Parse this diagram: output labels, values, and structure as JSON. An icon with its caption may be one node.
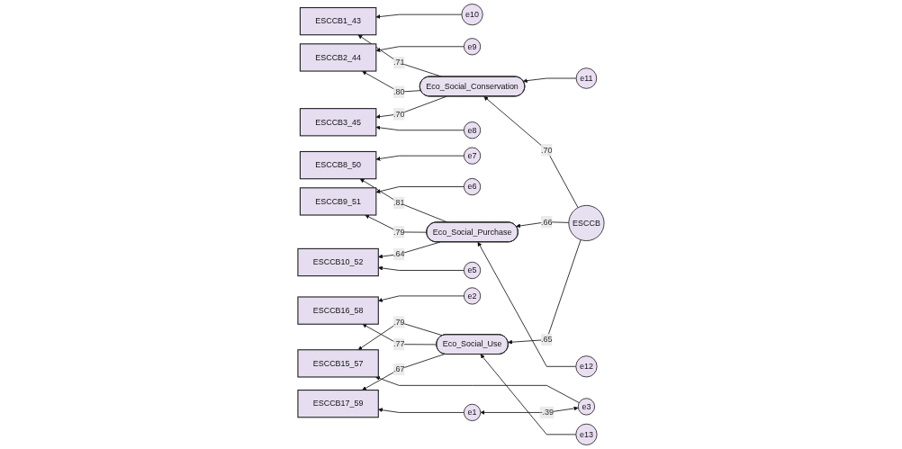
{
  "diagram": {
    "nodes": [
      {
        "text": [
          "e10"
        ]
      },
      {
        "text": [
          "ESCCB1_43"
        ]
      },
      {
        "text": [
          "e11"
        ]
      },
      {
        "text": [
          "e9"
        ]
      },
      {
        "text": [
          "ESCCB2_44"
        ]
      },
      {
        "text": [
          "Eco_Social_Conservation"
        ]
      },
      {
        "text": [
          "e8"
        ]
      },
      {
        "text": [
          "ESCCB3_45"
        ]
      },
      {
        "text": [
          "e7"
        ]
      },
      {
        "text": [
          "ESCCB8_50"
        ]
      },
      {
        "text": [
          "e12"
        ]
      },
      {
        "text": [
          "e6"
        ]
      },
      {
        "text": [
          "ESCCB9_51"
        ]
      },
      {
        "text": [
          "Eco_Social_Purchase"
        ]
      },
      {
        "text": [
          "ESCCB"
        ]
      },
      {
        "text": [
          "e5"
        ]
      },
      {
        "text": [
          "ESCCB10_52"
        ]
      },
      {
        "text": [
          "e3"
        ]
      },
      {
        "text": [
          "ESCCB15_57"
        ]
      },
      {
        "text": [
          "e13"
        ]
      },
      {
        "text": [
          "e2"
        ]
      },
      {
        "text": [
          "ESCCB16_58"
        ]
      },
      {
        "text": [
          "Eco_Social_Use"
        ]
      },
      {
        "text": [
          "e1"
        ]
      },
      {
        "text": [
          "ESCCB17_59"
        ]
      }
    ],
    "edges": [
      {
        "from": 14,
        "to": 5,
        "arrow": "to",
        "label": ".70"
      },
      {
        "from": 14,
        "to": 13,
        "arrow": "to",
        "label": ".66"
      },
      {
        "from": 14,
        "to": 22,
        "arrow": "to",
        "label": ".65"
      },
      {
        "from": 2,
        "to": 5,
        "arrow": "to"
      },
      {
        "from": 10,
        "to": 13,
        "arrow": "to"
      },
      {
        "from": 19,
        "to": 22,
        "arrow": "to"
      },
      {
        "from": 5,
        "to": 1,
        "arrow": "to",
        "label": ".71"
      },
      {
        "from": 5,
        "to": 4,
        "arrow": "to",
        "label": ".80"
      },
      {
        "from": 5,
        "to": 7,
        "arrow": "to",
        "label": ".70"
      },
      {
        "from": 13,
        "to": 9,
        "arrow": "to",
        "label": ".81"
      },
      {
        "from": 13,
        "to": 12,
        "arrow": "to",
        "label": ".79"
      },
      {
        "from": 13,
        "to": 16,
        "arrow": "to",
        "label": ".64"
      },
      {
        "from": 22,
        "to": 18,
        "arrow": "to",
        "label": ".79"
      },
      {
        "from": 22,
        "to": 21,
        "arrow": "to",
        "label": ".77"
      },
      {
        "from": 22,
        "to": 24,
        "arrow": "to",
        "label": ".67"
      },
      {
        "from": 0,
        "to": 1,
        "arrow": "to"
      },
      {
        "from": 3,
        "to": 4,
        "arrow": "to"
      },
      {
        "from": 6,
        "to": 7,
        "arrow": "to"
      },
      {
        "from": 8,
        "to": 9,
        "arrow": "to"
      },
      {
        "from": 11,
        "to": 12,
        "arrow": "to"
      },
      {
        "from": 15,
        "to": 16,
        "arrow": "to"
      },
      {
        "from": 17,
        "to": 18,
        "arrow": "to"
      },
      {
        "from": 20,
        "to": 21,
        "arrow": "to"
      },
      {
        "from": 23,
        "to": 24,
        "arrow": "to"
      },
      {
        "from": 17,
        "to": 23,
        "arrow": "both",
        "label": "-.39"
      }
    ]
  }
}
